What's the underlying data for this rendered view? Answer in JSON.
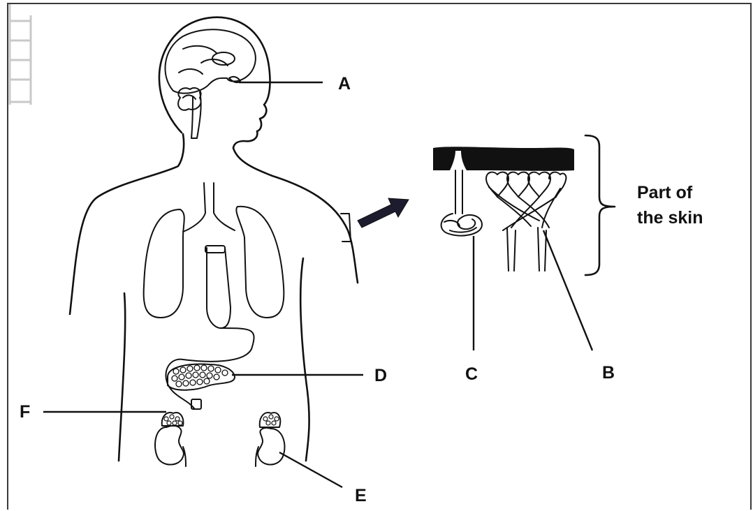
{
  "labels": {
    "a": "A",
    "b": "B",
    "c": "C",
    "d": "D",
    "e": "E",
    "f": "F"
  },
  "caption": {
    "line1": "Part of",
    "line2": "the skin"
  }
}
